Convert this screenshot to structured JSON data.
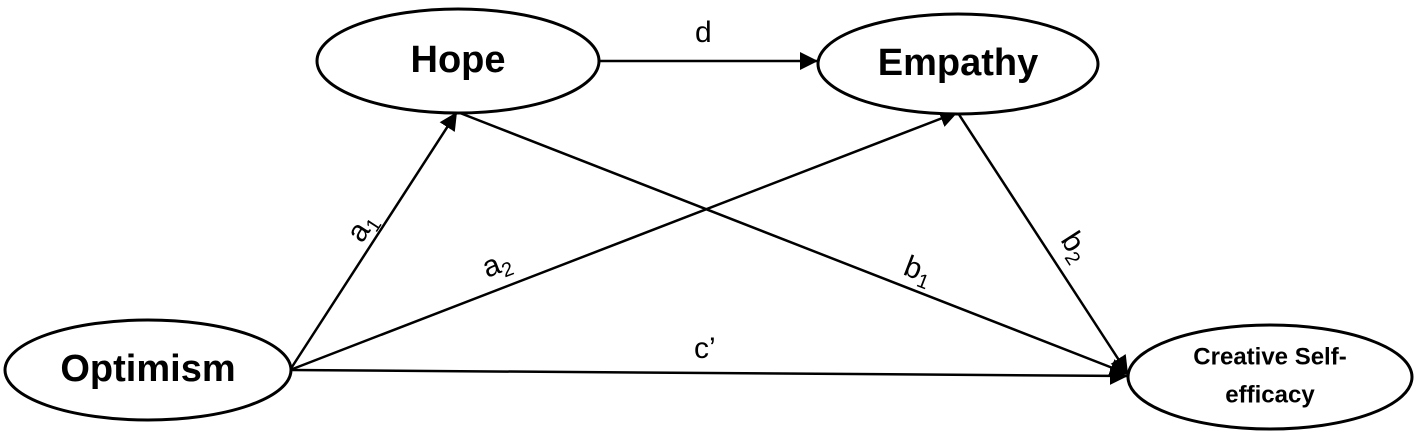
{
  "nodes": {
    "hope": {
      "label": "Hope"
    },
    "empathy": {
      "label": "Empathy"
    },
    "optimism": {
      "label": "Optimism"
    },
    "creative": {
      "label_line1": "Creative Self-",
      "label_line2": "efficacy"
    }
  },
  "edges": {
    "d": {
      "main": "d",
      "sub": ""
    },
    "a1": {
      "main": "a",
      "sub": "1"
    },
    "a2": {
      "main": "a",
      "sub": "2"
    },
    "b1": {
      "main": "b",
      "sub": "1"
    },
    "b2": {
      "main": "b",
      "sub": "2"
    },
    "c_prime": {
      "main": "c’",
      "sub": ""
    }
  },
  "colors": {
    "stroke": "#000000",
    "background": "#ffffff"
  }
}
